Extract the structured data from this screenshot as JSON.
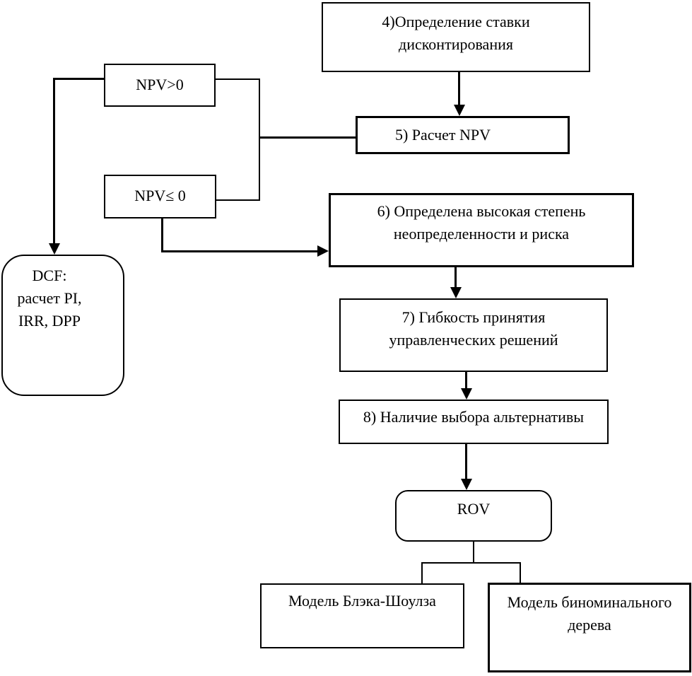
{
  "diagram": {
    "type": "flowchart",
    "language": "ru",
    "background_color": "#ffffff",
    "stroke_color": "#000000",
    "nodes": {
      "step4": {
        "text": "4)Определение ставки\nдисконтирования",
        "shape": "rectangle"
      },
      "npv_positive": {
        "text": "NPV>0",
        "shape": "rectangle"
      },
      "step5": {
        "text": "5) Расчет NPV",
        "shape": "rectangle"
      },
      "npv_non_positive": {
        "text": "NPV≤ 0",
        "shape": "rectangle"
      },
      "dcf": {
        "text": "DCF:\nрасчет PI,\nIRR, DPP",
        "shape": "rounded-rectangle"
      },
      "step6": {
        "text": "6) Определена высокая степень\nнеопределенности и риска",
        "shape": "rectangle"
      },
      "step7": {
        "text": "7) Гибкость принятия\nуправленческих решений",
        "shape": "rectangle"
      },
      "step8": {
        "text": "8) Наличие выбора альтернативы",
        "shape": "rectangle"
      },
      "rov": {
        "text": "ROV",
        "shape": "rounded-rectangle"
      },
      "black_scholes": {
        "text": "Модель Блэка-Шоулза",
        "shape": "rectangle"
      },
      "binomial_tree": {
        "text": "Модель биноминального\nдерева",
        "shape": "rectangle"
      }
    },
    "edges": [
      {
        "from": "step4",
        "to": "step5",
        "arrow": true
      },
      {
        "from": "npv_positive",
        "to": "step5",
        "arrow": false
      },
      {
        "from": "npv_non_positive",
        "to": "step5",
        "arrow": false
      },
      {
        "from": "npv_positive",
        "to": "dcf",
        "arrow": true
      },
      {
        "from": "npv_non_positive",
        "to": "step6",
        "arrow": true
      },
      {
        "from": "step6",
        "to": "step7",
        "arrow": true
      },
      {
        "from": "step7",
        "to": "step8",
        "arrow": true
      },
      {
        "from": "step8",
        "to": "rov",
        "arrow": true
      },
      {
        "from": "rov",
        "to": "black_scholes",
        "arrow": false
      },
      {
        "from": "rov",
        "to": "binomial_tree",
        "arrow": false
      }
    ]
  }
}
